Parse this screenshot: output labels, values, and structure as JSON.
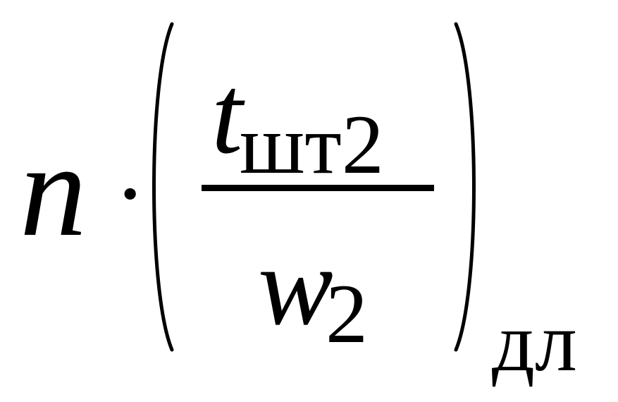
{
  "formula": {
    "multiplier": "n",
    "operator": "·",
    "numerator_variable": "t",
    "numerator_subscript": "шт2",
    "denominator_variable": "w",
    "denominator_subscript": "2",
    "outer_subscript": "дл"
  },
  "colors": {
    "ink": "#000000",
    "background": "#ffffff"
  }
}
